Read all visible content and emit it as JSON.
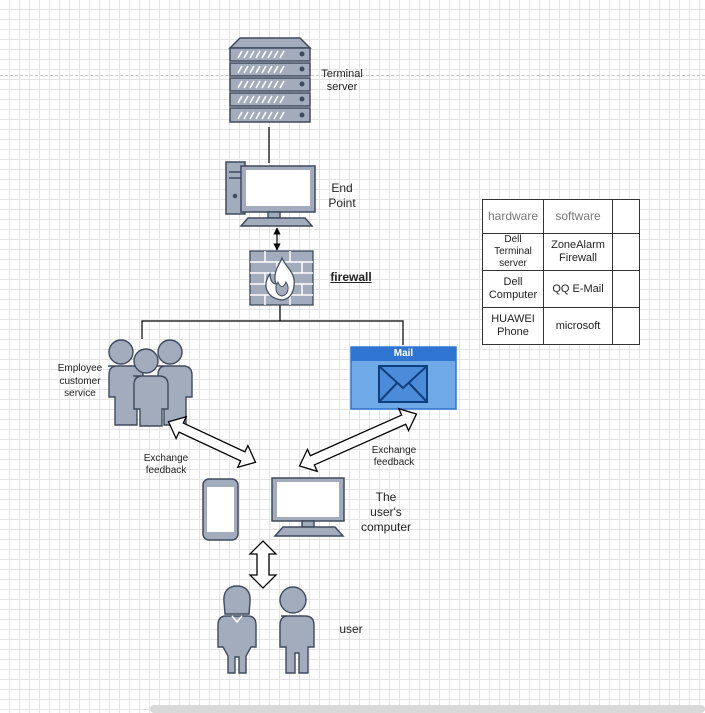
{
  "labels": {
    "terminal_server": "Terminal\nserver",
    "end_point": "End\nPoint",
    "firewall": "firewall",
    "employee": "Employee\ncustomer\nservice",
    "mail": "Mail",
    "exchange_left": "Exchange\nfeedback",
    "exchange_right": "Exchange\nfeedback",
    "users_computer": "The\nuser's\ncomputer",
    "user": "user"
  },
  "table": {
    "header": [
      "hardware",
      "software",
      ""
    ],
    "rows": [
      [
        "Dell Terminal server",
        "ZoneAlarm Firewall",
        ""
      ],
      [
        "Dell Computer",
        "QQ E-Mail",
        ""
      ],
      [
        "HUAWEI Phone",
        "microsoft",
        ""
      ]
    ]
  },
  "colors": {
    "icon_fill": "#a2acbd",
    "icon_stroke": "#3e4a5e",
    "mail_fill": "#4b8bd8",
    "mail_header": "#2f75d1",
    "line": "#000000"
  }
}
